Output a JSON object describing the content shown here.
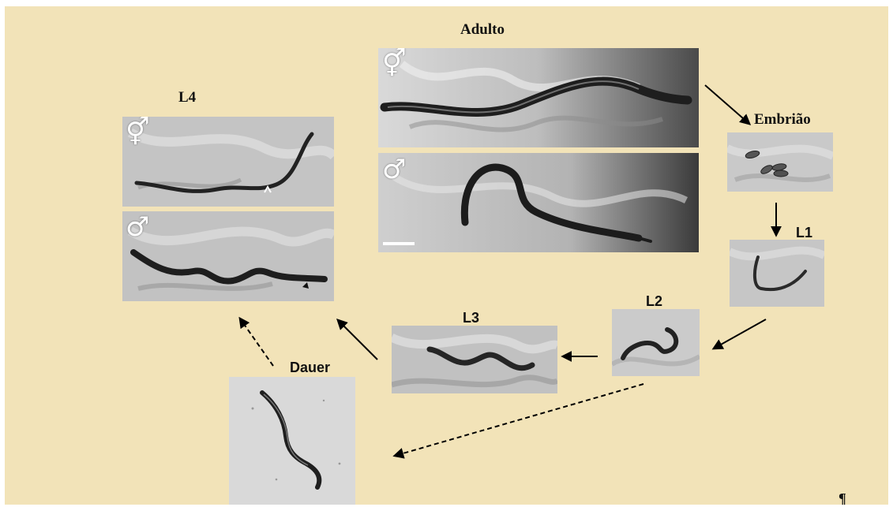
{
  "stages": {
    "adult": "Adulto",
    "l4": "L4",
    "embryo": "Embrião",
    "l1": "L1",
    "l2": "L2",
    "l3": "L3",
    "dauer": "Dauer"
  },
  "symbols": {
    "hermaphrodite": "⚥",
    "male": "♂"
  },
  "end_mark": "¶"
}
